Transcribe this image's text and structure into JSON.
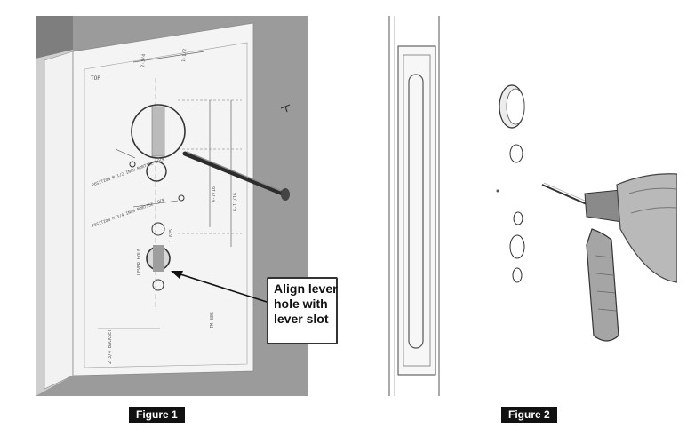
{
  "figure1": {
    "caption": "Figure 1",
    "callout_lines": [
      "Align lever",
      "hole with",
      "lever slot"
    ],
    "template_labels": {
      "top": "TOP",
      "dim_a": "2-3/4",
      "dim_b": "1-1/2",
      "dim_c": "4-7/16",
      "dim_d": "6-11/16",
      "dim_e": "1.625",
      "lever_hole": "LEVER HOLE",
      "backset": "2-3/4 BACKSET",
      "position_a": "POSITION M 1/2 INCH MORTISE LOCK",
      "position_b": "POSITION M 3/4 INCH MORTISE LOCK",
      "part_no": "TM-386"
    }
  },
  "figure2": {
    "caption": "Figure 2"
  }
}
